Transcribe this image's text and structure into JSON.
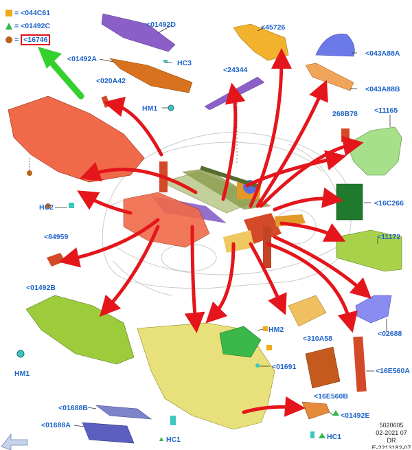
{
  "legend": [
    {
      "symbol": "square",
      "color": "#f2a91c",
      "eq": "=",
      "code": "<044C61"
    },
    {
      "symbol": "triangle",
      "color": "#2fb84a",
      "eq": "=",
      "code": "<01492C"
    },
    {
      "symbol": "circle",
      "color": "#b7651a",
      "eq": "=",
      "code": "<16746"
    }
  ],
  "labels": {
    "l_01492D": "<01492D",
    "l_HC3": "HC3",
    "l_01492A": "<01492A",
    "l_020A42": "<020A42",
    "l_HM1_top": "HM1",
    "l_45726": "<45726",
    "l_24344": "<24344",
    "l_043A88A": "<043A88A",
    "l_043A88B": "<043A88B",
    "l_268B78": "268B78",
    "l_11165": "<11165",
    "l_HC2": "HC2",
    "l_16C266": "<16C266",
    "l_84959": "<84959",
    "l_11172": "<11172",
    "l_01492B": "<01492B",
    "l_02688": "<02688",
    "l_310A58": "<310A58",
    "l_HM2": "HM2",
    "l_HM1_left": "HM1",
    "l_01691": "<01691",
    "l_16E560A": "<16E560A",
    "l_16E560B": "<16E560B",
    "l_01688B": "<01688B",
    "l_01688A": "<01688A",
    "l_01492E": "<01492E",
    "l_HC1_left": "HC1",
    "l_HC1_right": "HC1"
  },
  "footer": {
    "code": "5020605",
    "date": "02-2021 07",
    "dr": "DR",
    "ref": "E-2213182-07"
  },
  "colors": {
    "callout": "#1e63c8",
    "arrow": "#e4161b",
    "pointer": "#34d12e",
    "highlight": "#e0141b"
  },
  "icons": {
    "nav_arrow": "navigation-arrow-icon",
    "pointer_arrow": "green-pointer-arrow-icon"
  }
}
